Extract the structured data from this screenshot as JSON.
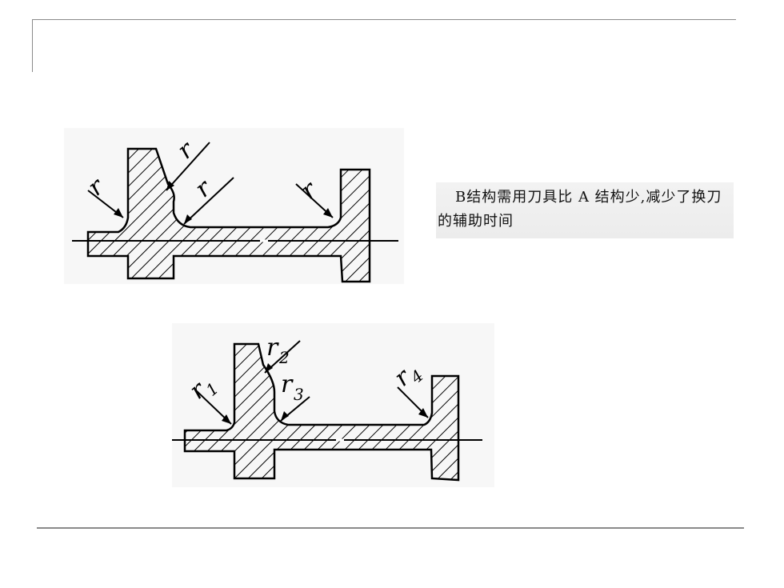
{
  "caption": {
    "text": "B结构需用刀具比 A 结构少,减少了换刀的辅助时间"
  },
  "figure_a": {
    "labels": [
      "r",
      "r",
      "r",
      "r"
    ]
  },
  "figure_b": {
    "labels": [
      {
        "base": "r",
        "sub": "1"
      },
      {
        "base": "r",
        "sub": "2"
      },
      {
        "base": "r",
        "sub": "3"
      },
      {
        "base": "r",
        "sub": "4"
      }
    ]
  },
  "colors": {
    "line": "#000000",
    "rule": "#8a8a8a",
    "caption_bg": "#efefef"
  }
}
